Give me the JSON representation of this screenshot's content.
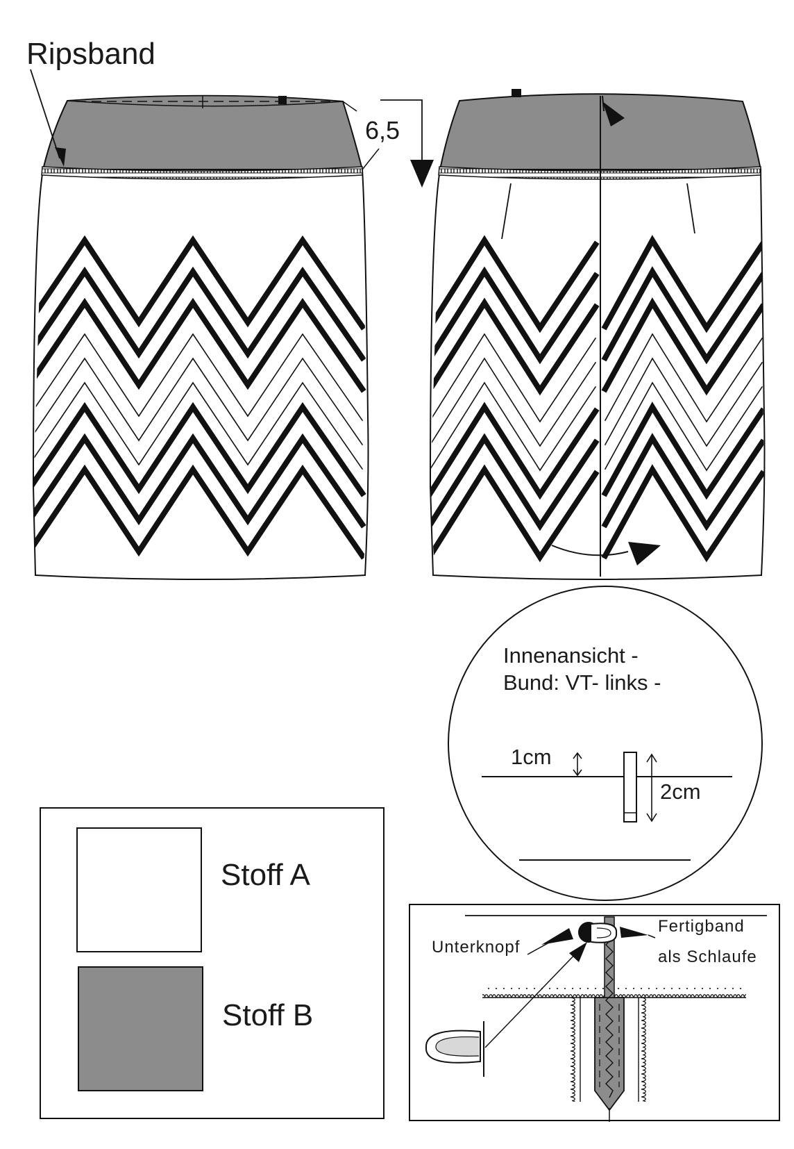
{
  "labels": {
    "ripsband": "Ripsband",
    "measure_65": "6,5",
    "inside_view_line1": "Innenansicht -",
    "inside_view_line2": "Bund: VT- links -",
    "measure_1cm": "1cm",
    "measure_2cm": "2cm",
    "unterknopf": "Unterknopf",
    "fertigband_line1": "Fertigband",
    "fertigband_line2": "als Schlaufe"
  },
  "legend": [
    {
      "label": "Stoff A",
      "color": "#ffffff"
    },
    {
      "label": "Stoff B",
      "color": "#8c8c8c"
    }
  ],
  "colors": {
    "stroke": "#111111",
    "fabric_b": "#8c8c8c",
    "fabric_a": "#ffffff"
  }
}
